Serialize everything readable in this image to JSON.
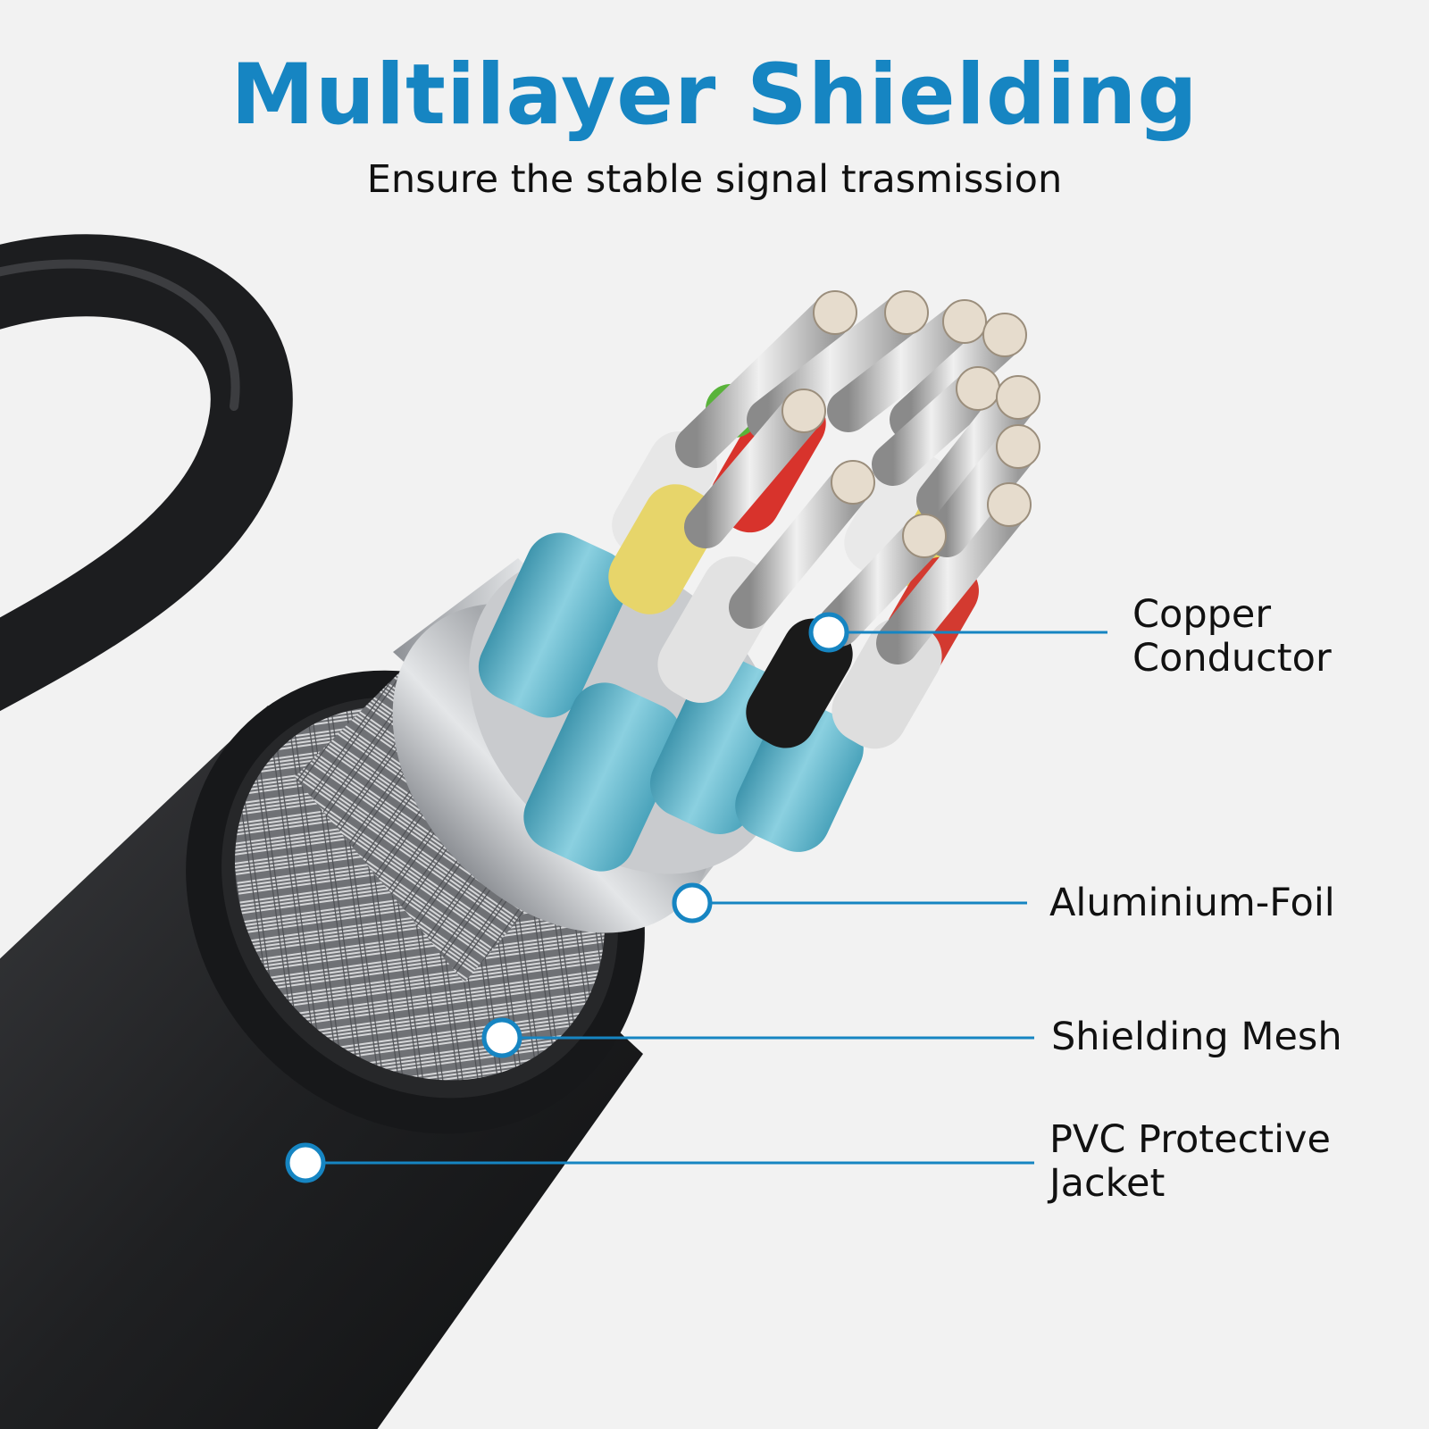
{
  "header": {
    "title": "Multilayer Shielding",
    "subtitle": "Ensure the stable signal trasmission"
  },
  "colors": {
    "accent": "#1685c2",
    "background": "#f2f2f2",
    "jacket": "#1e1f21",
    "foil": "#b9bcc0",
    "wrap": "#63b4c9"
  },
  "callouts": [
    {
      "name": "copper-conductor",
      "lines": [
        "Copper",
        "Conductor"
      ]
    },
    {
      "name": "aluminium-foil",
      "lines": [
        "Aluminium-Foil"
      ]
    },
    {
      "name": "shielding-mesh",
      "lines": [
        "Shielding Mesh"
      ]
    },
    {
      "name": "pvc-protective-jacket",
      "lines": [
        "PVC Protective",
        "Jacket"
      ]
    }
  ]
}
